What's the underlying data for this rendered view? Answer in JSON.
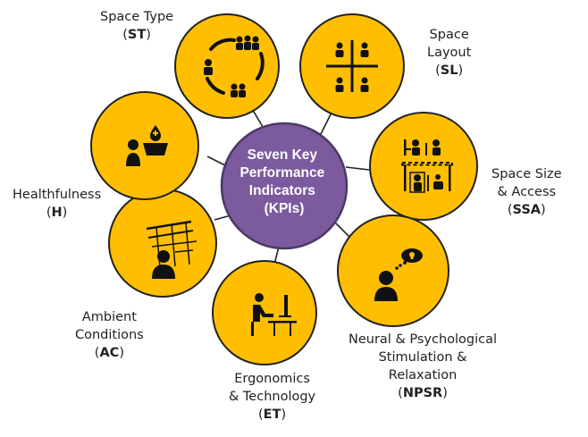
{
  "center": {
    "lines": [
      "Seven Key",
      "Performance",
      "Indicators",
      "(KPIs)"
    ],
    "fill": "#7B5A9E",
    "stroke": "#4B3A66"
  },
  "node_fill": "#FFBF00",
  "node_stroke": "#222222",
  "nodes": [
    {
      "id": "st",
      "icon": "space-type-icon",
      "label_lines": [
        "Space Type"
      ],
      "abbr": "ST"
    },
    {
      "id": "sl",
      "icon": "space-layout-icon",
      "label_lines": [
        "Space",
        "Layout"
      ],
      "abbr": "SL"
    },
    {
      "id": "ssa",
      "icon": "space-size-access-icon",
      "label_lines": [
        "Space Size",
        "& Access"
      ],
      "abbr": "SSA"
    },
    {
      "id": "npsr",
      "icon": "neural-stimulation-icon",
      "label_lines": [
        "Neural & Psychological",
        "Stimulation &",
        "Relaxation"
      ],
      "abbr": "NPSR"
    },
    {
      "id": "et",
      "icon": "ergonomics-technology-icon",
      "label_lines": [
        "Ergonomics",
        "& Technology"
      ],
      "abbr": "ET"
    },
    {
      "id": "ac",
      "icon": "ambient-conditions-icon",
      "label_lines": [
        "Ambient",
        "Conditions"
      ],
      "abbr": "AC"
    },
    {
      "id": "h",
      "icon": "healthfulness-icon",
      "label_lines": [
        "Healthfulness"
      ],
      "abbr": "H"
    }
  ]
}
